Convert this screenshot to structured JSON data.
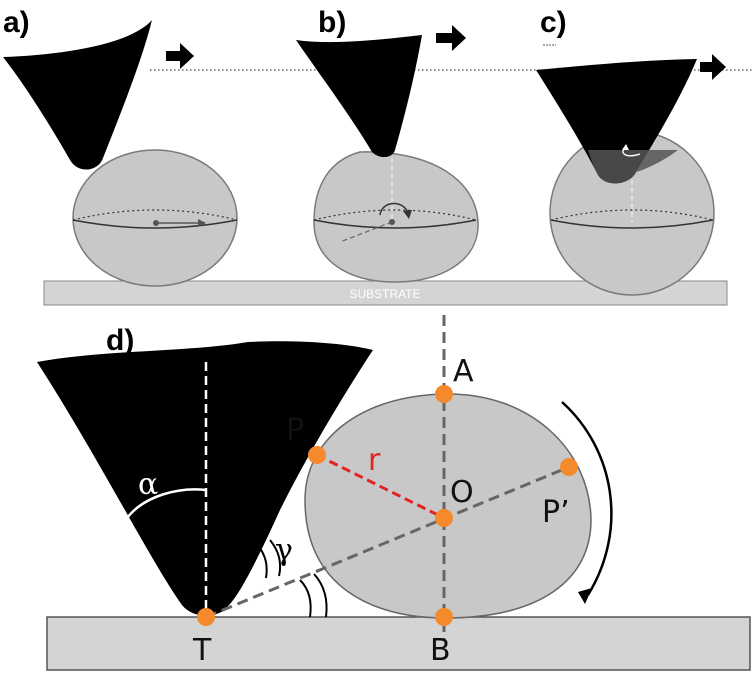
{
  "panels": {
    "a": "a)",
    "b": "b)",
    "c": "c)",
    "d": "d)"
  },
  "substrate_label": "SUBSTRATE",
  "points": {
    "A": "A",
    "B": "B",
    "O": "O",
    "P": "P",
    "P_prime": "P’",
    "T": "T"
  },
  "radius_label": "r",
  "angles": {
    "alpha": "α",
    "gamma": "γ"
  },
  "colors": {
    "tip": "#000000",
    "sphere": "#c8c8c8",
    "substrate": "#d4d4d4",
    "orange_point": "#f58a2c",
    "radius_line": "#e52222"
  }
}
